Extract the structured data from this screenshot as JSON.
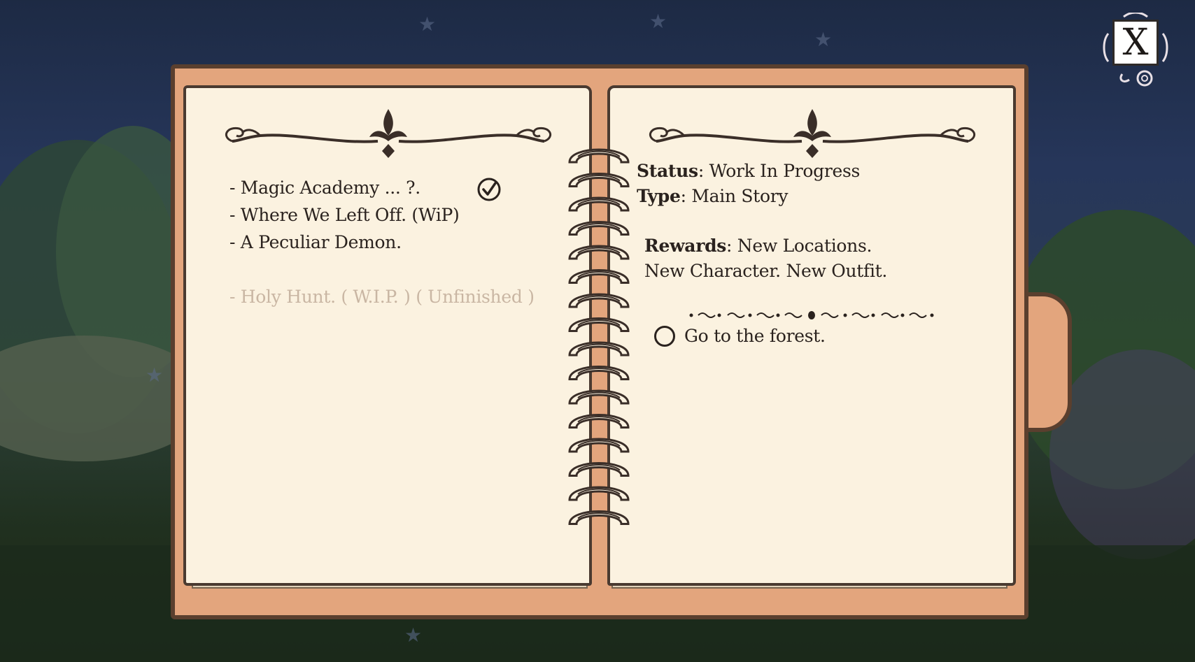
{
  "close_button": {
    "label": "X"
  },
  "quest_list": {
    "items": [
      {
        "label": "- Magic Academy ... ?.",
        "completed": true
      },
      {
        "label": "- Where We Left Off. (WiP)",
        "completed": false
      },
      {
        "label": "- A Peculiar Demon.",
        "completed": false
      },
      {
        "label": "- Holy Hunt. ( W.I.P. ) ( Unfinished )",
        "completed": false,
        "unavailable": true
      }
    ]
  },
  "quest_detail": {
    "status_label": "Status",
    "status_value": ": Work In Progress",
    "type_label": "Type",
    "type_value": ": Main Story",
    "rewards_label": "Rewards",
    "rewards_value_line1": ": New Locations.",
    "rewards_value_line2": "New Character. New Outfit.",
    "objectives": [
      {
        "label": "Go to the forest.",
        "completed": false
      }
    ]
  },
  "colors": {
    "cover": "#e3a57d",
    "page": "#fbf2e0",
    "ink": "#2a221e",
    "inactive_text": "#c9b6a3"
  },
  "icons": [
    "close-icon",
    "checkmark-icon",
    "fleur-de-lis-ornament",
    "spiral-binding",
    "objective-circle-icon"
  ]
}
